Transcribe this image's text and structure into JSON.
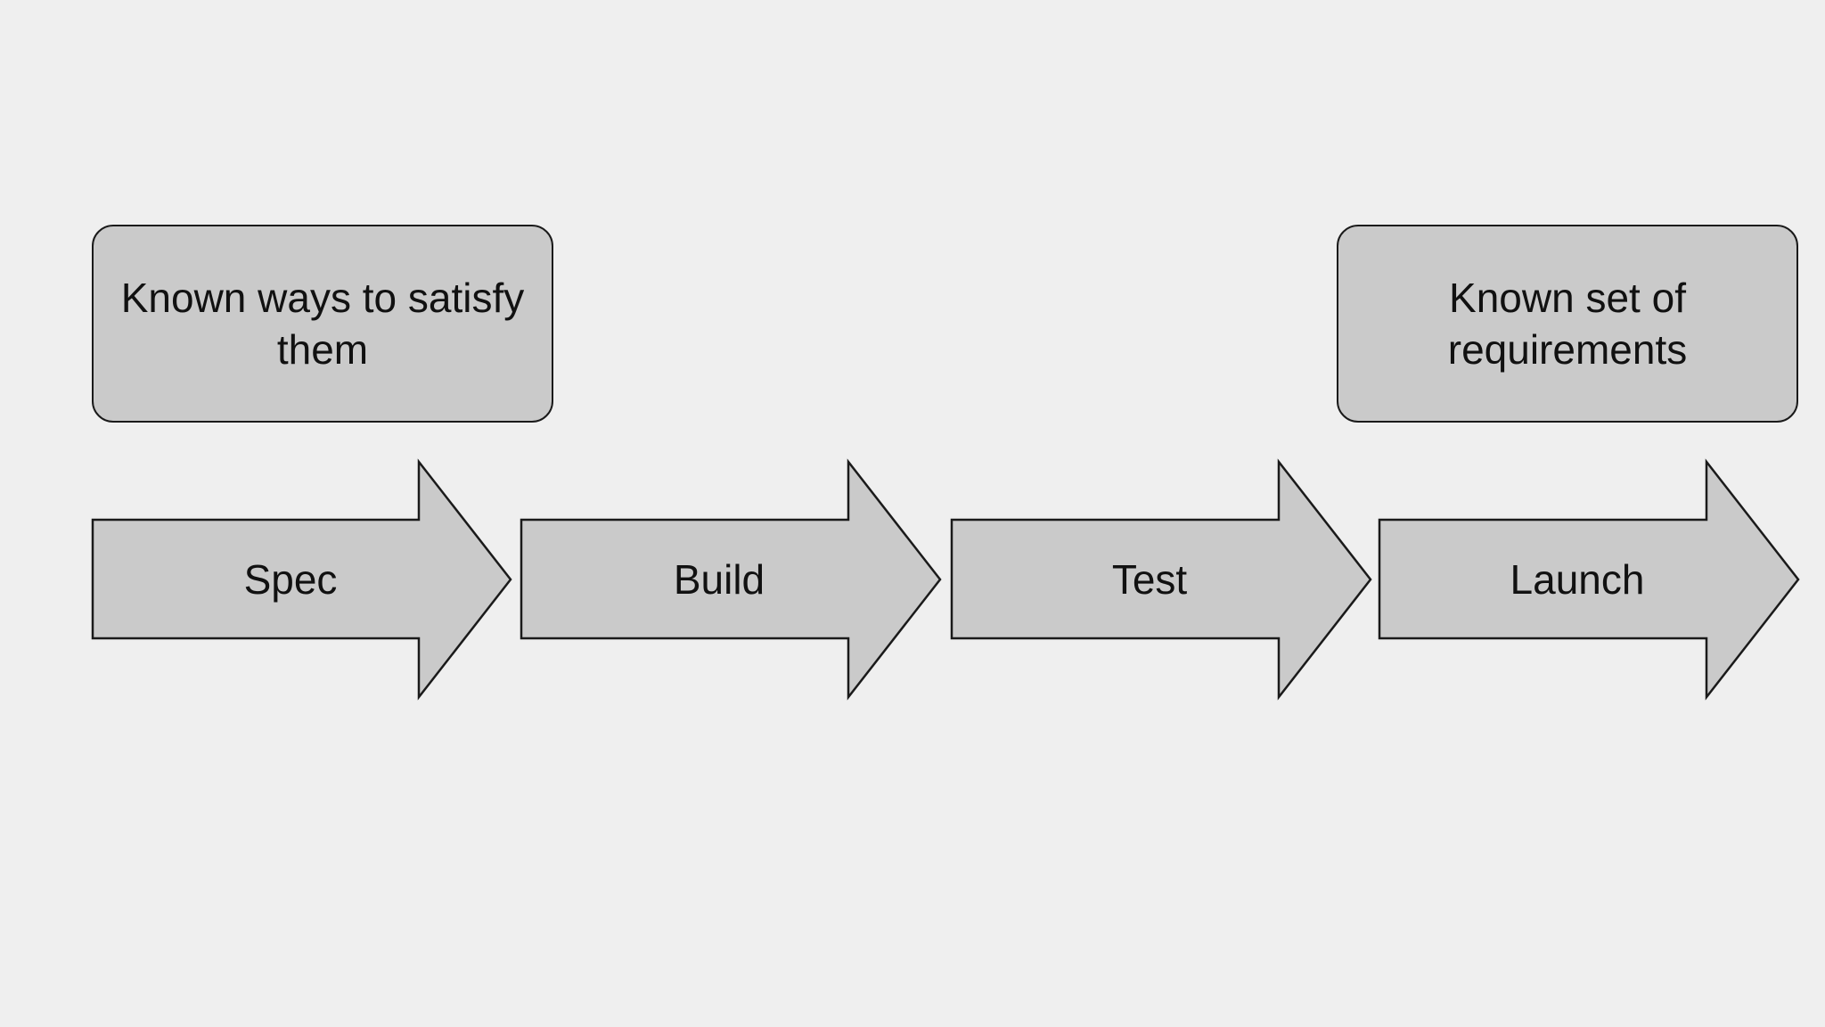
{
  "diagram": {
    "notes": {
      "left": "Known ways to satisfy them",
      "right": "Known set of requirements"
    },
    "steps": [
      "Spec",
      "Build",
      "Test",
      "Launch"
    ],
    "colors": {
      "background": "#efefef",
      "shape_fill": "#cacaca",
      "stroke": "#1a1a1a",
      "text": "#111111"
    }
  }
}
